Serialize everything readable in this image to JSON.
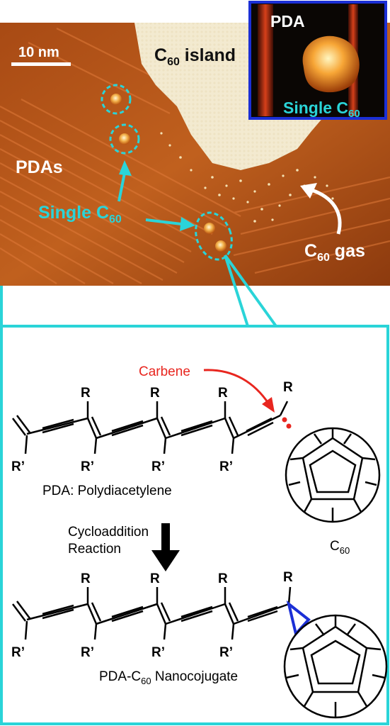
{
  "stm": {
    "scale_bar": "10 nm",
    "island_prefix": "C",
    "island_sub": "60",
    "island_suffix": " island",
    "pdas": "PDAs",
    "single_prefix": "Single C",
    "single_sub": "60",
    "gas_prefix": "C",
    "gas_sub": "60",
    "gas_suffix": " gas"
  },
  "inset": {
    "pda": "PDA",
    "single_prefix": "Single C",
    "single_sub": "60"
  },
  "scheme": {
    "carbene": "Carbene",
    "r": "R",
    "r_prime": "R’",
    "pda_caption": "PDA: Polydiacetylene",
    "c60_prefix": "C",
    "c60_sub": "60",
    "reaction_line1": "Cycloaddition",
    "reaction_line2": "Reaction",
    "product_prefix": "PDA-C",
    "product_sub": "60",
    "product_suffix": " Nanocojugate"
  },
  "colors": {
    "cyan": "#2ad4d8",
    "red": "#e8261f",
    "blue": "#1b2fd6",
    "stm_dark": "#8a3a0c",
    "stm_light": "#f6f0dc"
  }
}
